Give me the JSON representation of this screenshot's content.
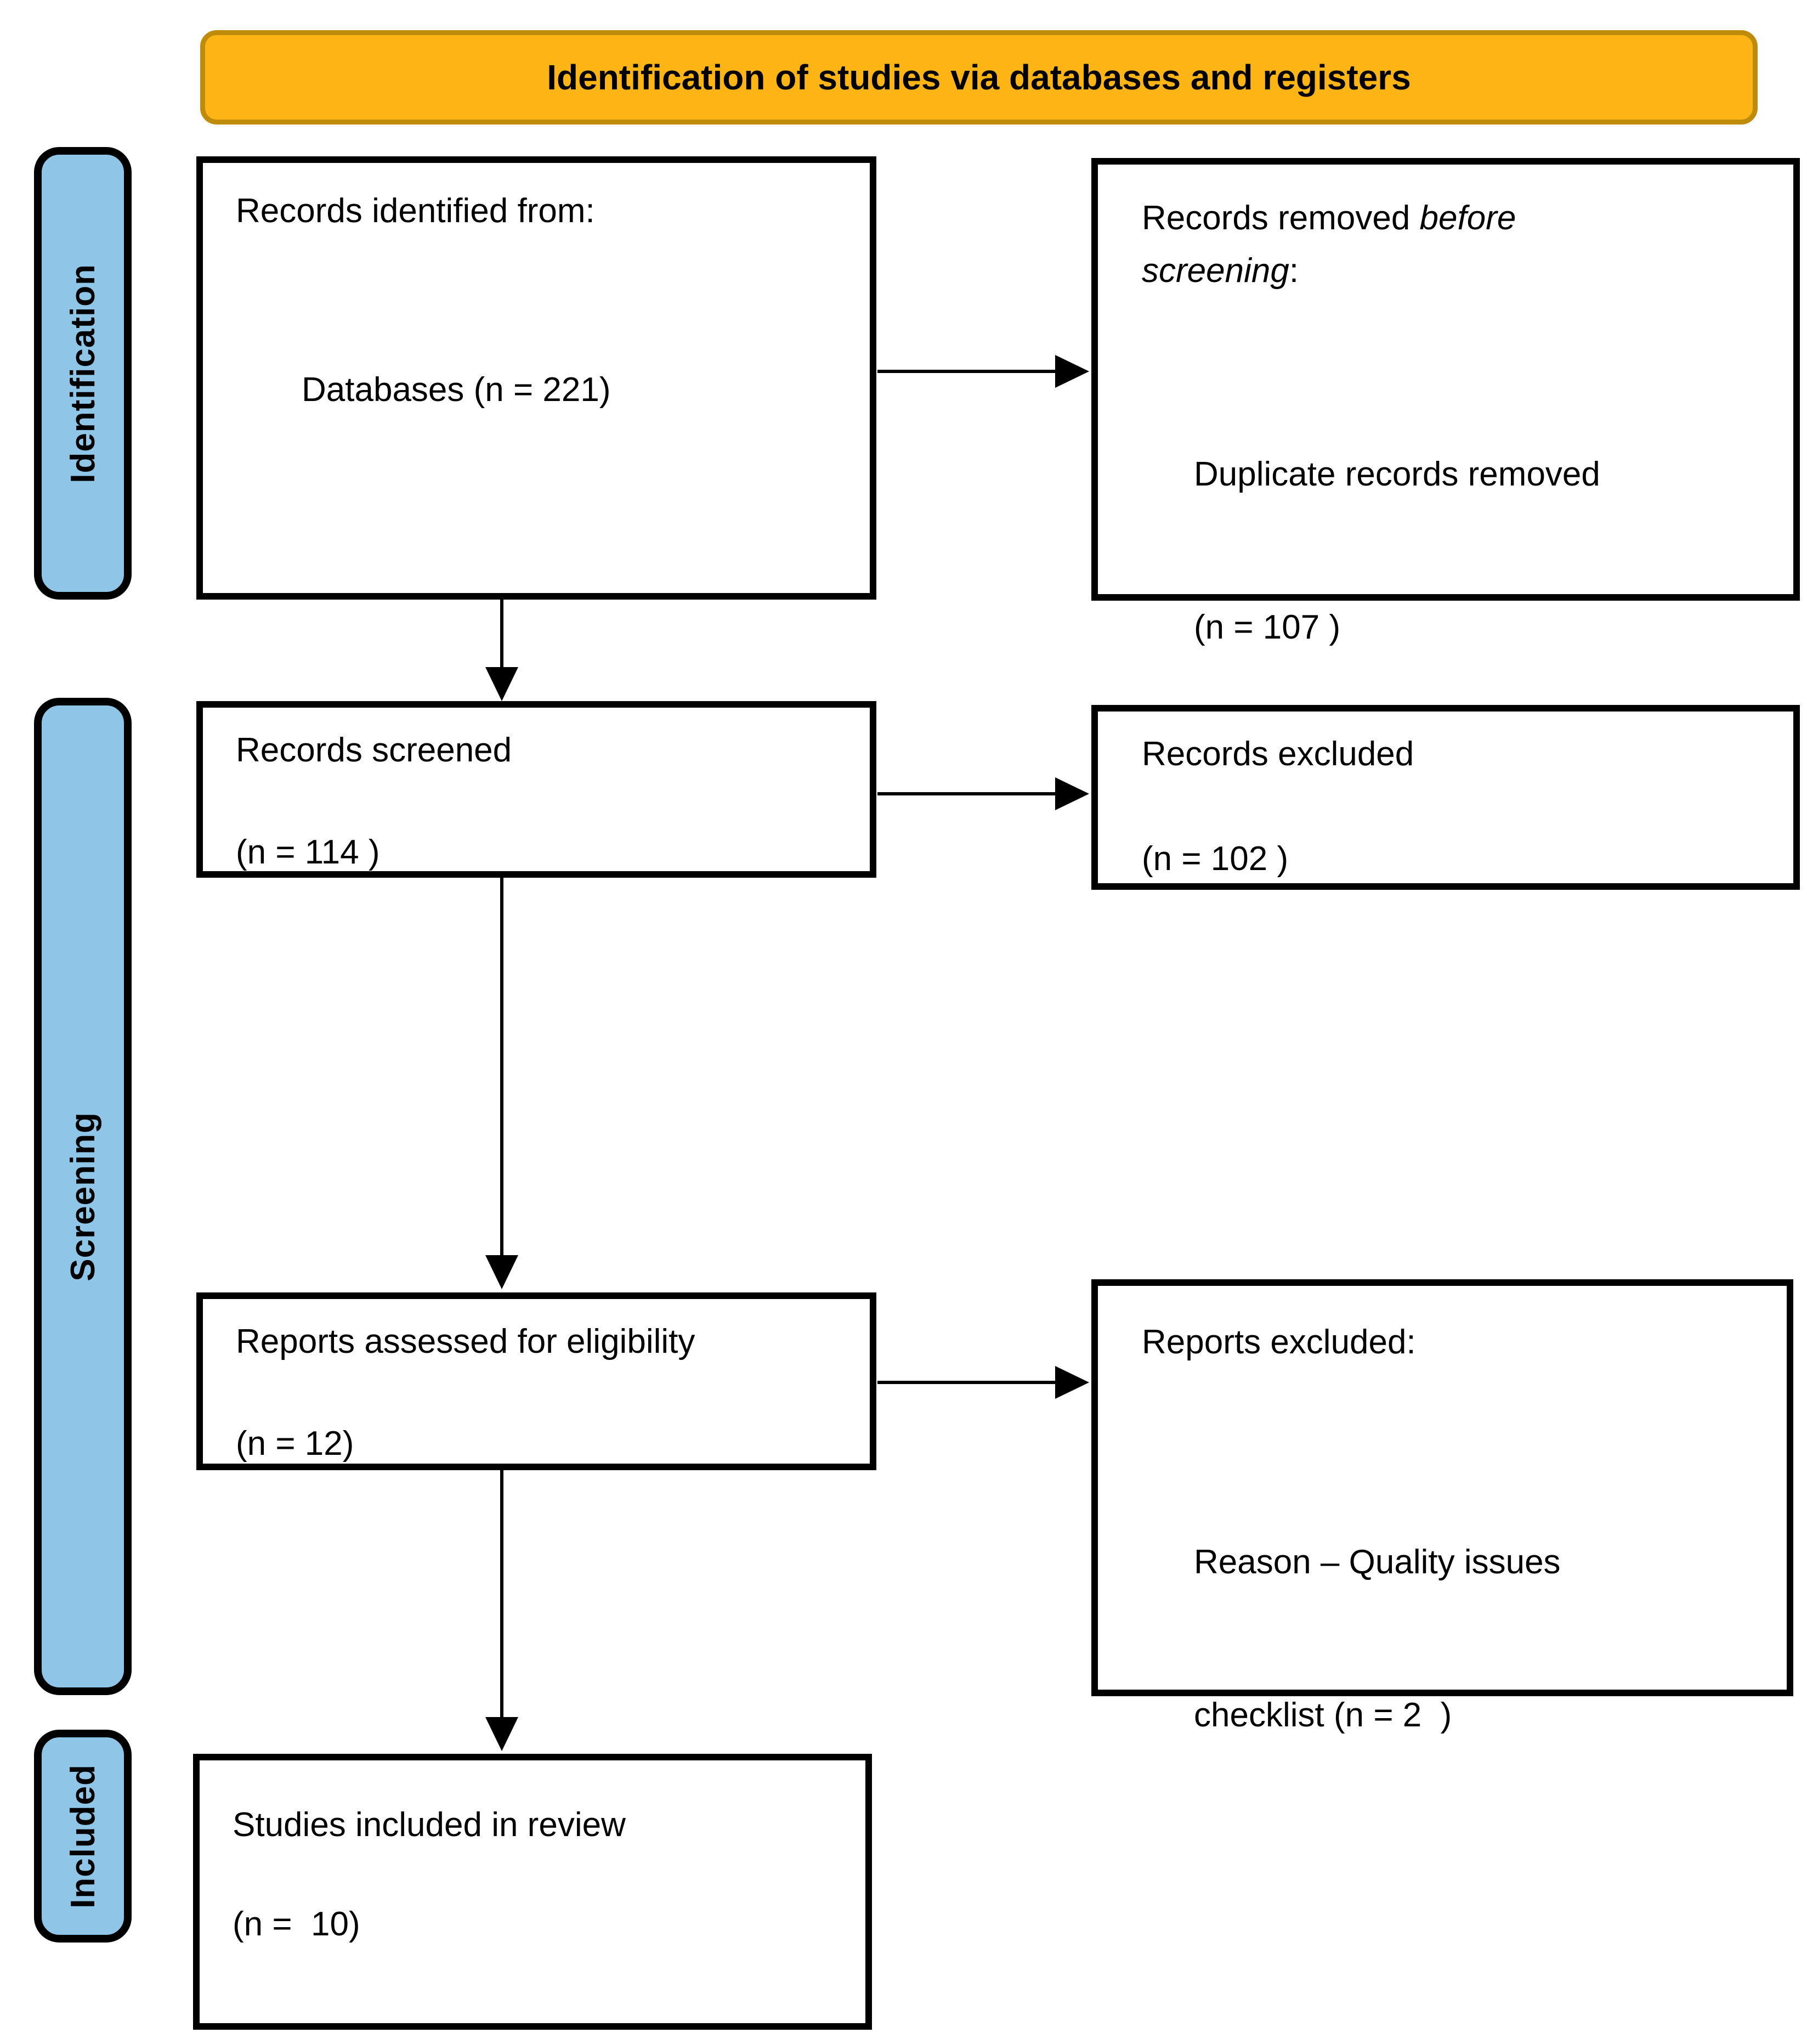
{
  "banner": {
    "label": "Identification of studies via databases and registers"
  },
  "side_labels": {
    "identification": "Identification",
    "screening": "Screening",
    "included": "Included"
  },
  "boxes": {
    "records_identified": {
      "title": "Records identified from:",
      "detail": "Databases (n = 221)"
    },
    "records_removed": {
      "title_pre": "Records removed ",
      "title_italic_1": "before",
      "title_italic_2": "screening",
      "title_suffix": ":",
      "detail_line1": "Duplicate records removed",
      "detail_line2": "(n = 107 )"
    },
    "records_screened": {
      "title": "Records screened",
      "count": "(n = 114 )"
    },
    "records_excluded": {
      "title": "Records excluded",
      "count": "(n = 102 )"
    },
    "reports_assessed": {
      "title": "Reports assessed for eligibility",
      "count": "(n = 12)"
    },
    "reports_excluded": {
      "title": "Reports excluded:",
      "detail_line1": "Reason – Quality issues",
      "detail_line2": "checklist (n = 2  )"
    },
    "studies_included": {
      "title": "Studies included in review",
      "count": "(n =  10)"
    }
  },
  "colors": {
    "banner_fill": "#FCB514",
    "banner_border": "#BE8C0A",
    "stage_fill": "#8FC6E8",
    "box_border": "#000000"
  }
}
